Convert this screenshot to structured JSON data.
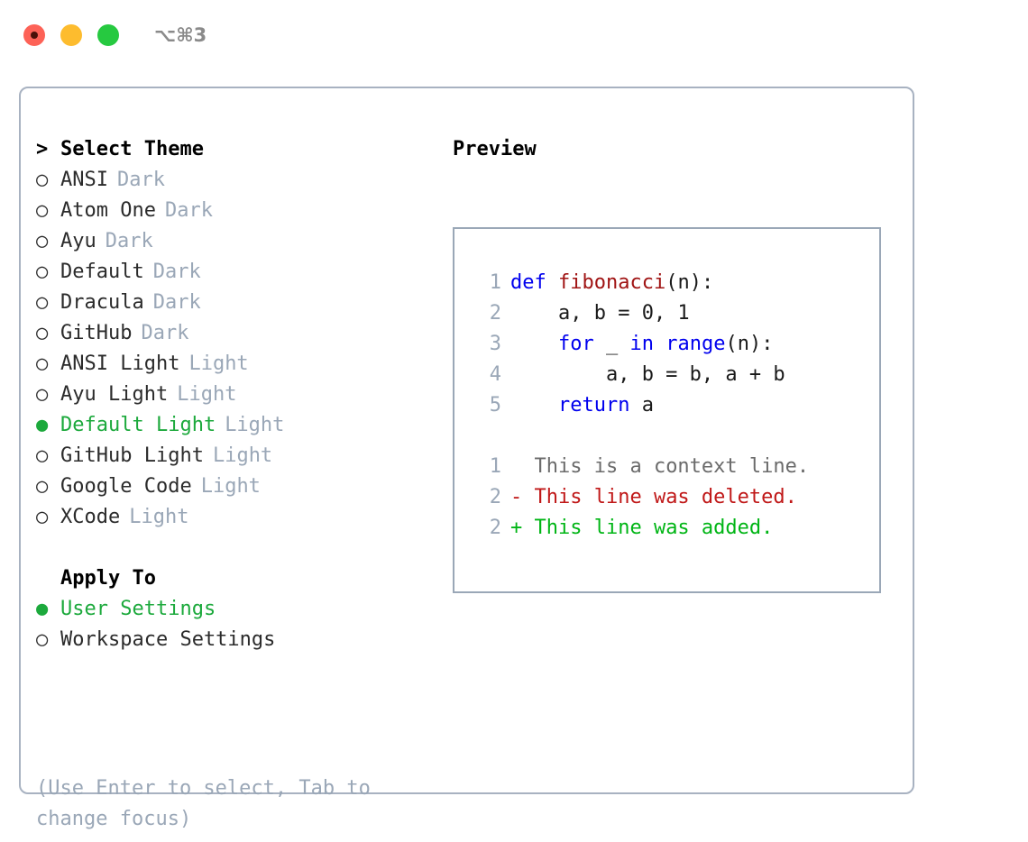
{
  "window": {
    "title": "⌥⌘3",
    "controls": [
      {
        "name": "close-button",
        "color": "#fd6257"
      },
      {
        "name": "minimize-button",
        "color": "#fdbc2e"
      },
      {
        "name": "maximize-button",
        "color": "#26c940"
      }
    ]
  },
  "colors": {
    "accent_green": "#1ca93c",
    "muted": "#9aa7b7",
    "border": "#a8b2c1",
    "keyword_blue": "#0000ee",
    "function_red": "#a01414",
    "diff_add": "#00b515",
    "diff_del": "#c01818",
    "text": "#2b2b2b"
  },
  "theme_picker": {
    "header_marker": ">",
    "header_label": "Select Theme",
    "items": [
      {
        "marker": "○",
        "label": "ANSI",
        "tag": "Dark",
        "selected": false
      },
      {
        "marker": "○",
        "label": "Atom One",
        "tag": "Dark",
        "selected": false
      },
      {
        "marker": "○",
        "label": "Ayu",
        "tag": "Dark",
        "selected": false
      },
      {
        "marker": "○",
        "label": "Default",
        "tag": "Dark",
        "selected": false
      },
      {
        "marker": "○",
        "label": "Dracula",
        "tag": "Dark",
        "selected": false
      },
      {
        "marker": "○",
        "label": "GitHub",
        "tag": "Dark",
        "selected": false
      },
      {
        "marker": "○",
        "label": "ANSI Light",
        "tag": "Light",
        "selected": false
      },
      {
        "marker": "○",
        "label": "Ayu Light",
        "tag": "Light",
        "selected": false
      },
      {
        "marker": "●",
        "label": "Default Light",
        "tag": "Light",
        "selected": true
      },
      {
        "marker": "○",
        "label": "GitHub Light",
        "tag": "Light",
        "selected": false
      },
      {
        "marker": "○",
        "label": "Google Code",
        "tag": "Light",
        "selected": false
      },
      {
        "marker": "○",
        "label": "XCode",
        "tag": "Light",
        "selected": false
      }
    ]
  },
  "apply_to": {
    "header_label": "Apply To",
    "items": [
      {
        "marker": "●",
        "label": "User Settings",
        "selected": true
      },
      {
        "marker": "○",
        "label": "Workspace Settings",
        "selected": false
      }
    ]
  },
  "hint": "(Use Enter to select, Tab to\nchange focus)",
  "preview": {
    "title": "Preview",
    "code_lines": [
      {
        "num": "1",
        "tokens": [
          {
            "t": "def ",
            "c": "kw"
          },
          {
            "t": "fibonacci",
            "c": "fn"
          },
          {
            "t": "(n):",
            "c": "plain"
          }
        ]
      },
      {
        "num": "2",
        "tokens": [
          {
            "t": "    a, b = 0, 1",
            "c": "plain"
          }
        ]
      },
      {
        "num": "3",
        "tokens": [
          {
            "t": "    ",
            "c": "plain"
          },
          {
            "t": "for",
            "c": "kw"
          },
          {
            "t": " _ ",
            "c": "plain"
          },
          {
            "t": "in",
            "c": "kw"
          },
          {
            "t": " ",
            "c": "plain"
          },
          {
            "t": "range",
            "c": "kw"
          },
          {
            "t": "(n):",
            "c": "plain"
          }
        ]
      },
      {
        "num": "4",
        "tokens": [
          {
            "t": "        a, b = b, a + b",
            "c": "plain"
          }
        ]
      },
      {
        "num": "5",
        "tokens": [
          {
            "t": "    ",
            "c": "plain"
          },
          {
            "t": "return",
            "c": "kw"
          },
          {
            "t": " a",
            "c": "plain"
          }
        ]
      }
    ],
    "diff_lines": [
      {
        "num": "1",
        "sign": " ",
        "text": " This is a context line.",
        "kind": "ctx"
      },
      {
        "num": "2",
        "sign": "-",
        "text": " This line was deleted.",
        "kind": "del"
      },
      {
        "num": "2",
        "sign": "+",
        "text": " This line was added.",
        "kind": "add"
      }
    ]
  }
}
